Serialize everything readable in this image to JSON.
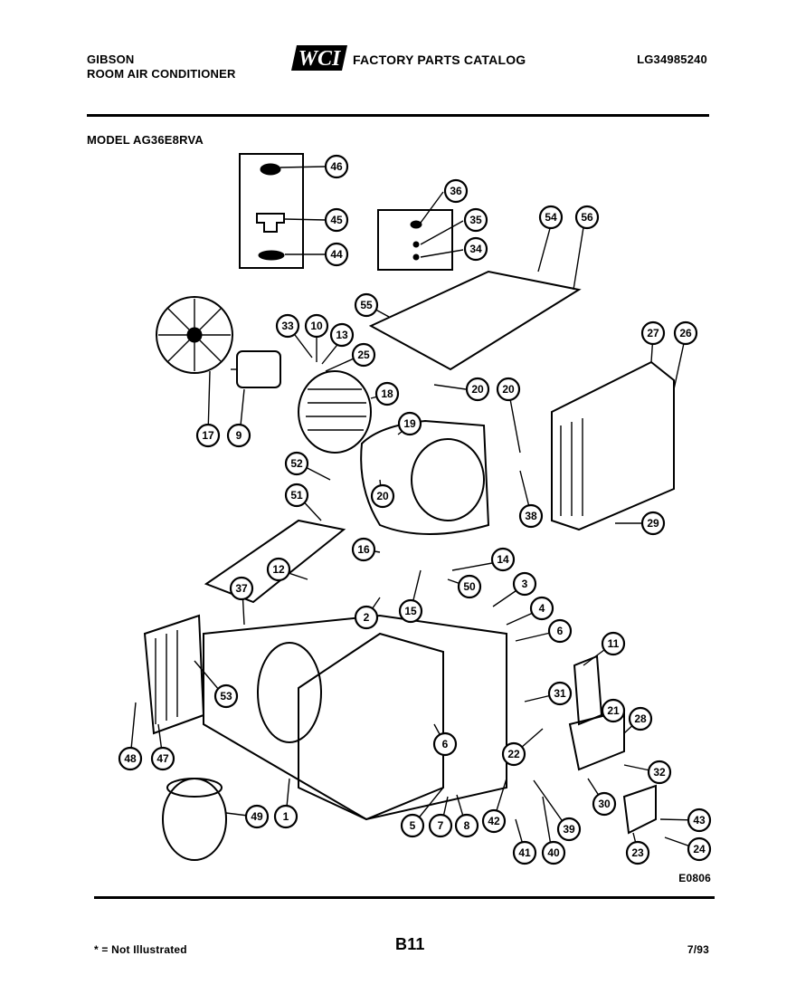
{
  "header": {
    "brand_line1": "GIBSON",
    "brand_line2": "ROOM AIR CONDITIONER",
    "logo": "WCI",
    "catalog_title": "FACTORY PARTS CATALOG",
    "catalog_number": "LG34985240",
    "model": "MODEL AG36E8RVA"
  },
  "diagram": {
    "code": "E0806",
    "callouts": [
      "46",
      "45",
      "44",
      "36",
      "35",
      "34",
      "54",
      "56",
      "55",
      "33",
      "10",
      "13",
      "25",
      "18",
      "20",
      "20",
      "27",
      "26",
      "17",
      "9",
      "19",
      "52",
      "20",
      "38",
      "29",
      "51",
      "16",
      "14",
      "12",
      "3",
      "37",
      "15",
      "50",
      "4",
      "2",
      "6",
      "11",
      "53",
      "31",
      "21",
      "28",
      "48",
      "47",
      "22",
      "32",
      "6",
      "30",
      "49",
      "1",
      "5",
      "7",
      "8",
      "42",
      "39",
      "43",
      "41",
      "40",
      "23",
      "24"
    ]
  },
  "footer": {
    "footnote": "* = Not Illustrated",
    "page": "B11",
    "date": "7/93"
  },
  "colors": {
    "ink": "#000000",
    "paper": "#ffffff"
  },
  "icons": [
    "wci-logo"
  ]
}
